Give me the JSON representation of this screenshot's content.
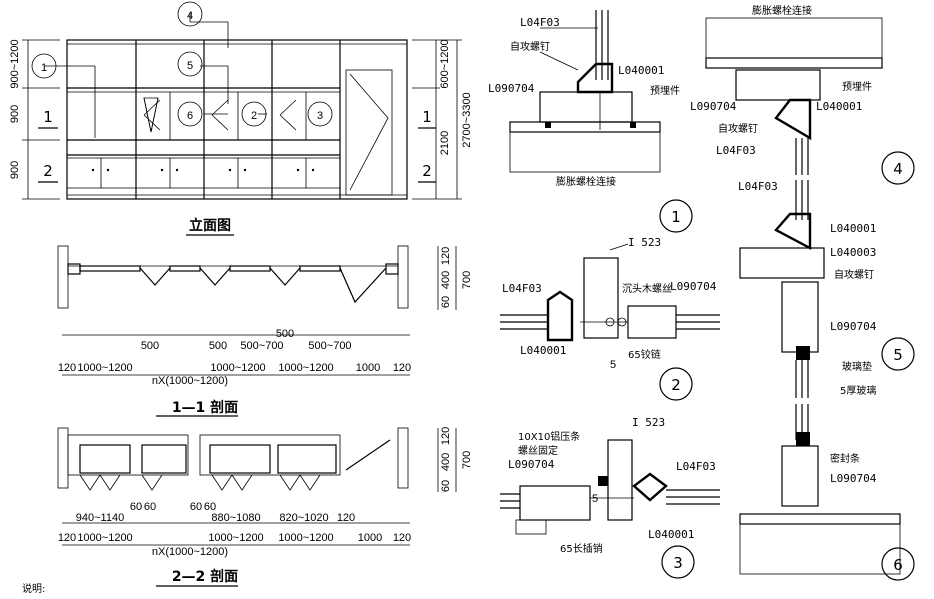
{
  "elevation": {
    "title": "立面图",
    "callouts": [
      "1",
      "4",
      "5",
      "6",
      "2",
      "3"
    ],
    "dims_left": [
      "900~1200",
      "900",
      "900"
    ],
    "dims_right": [
      "600~1200",
      "2100",
      "2700~3300"
    ],
    "section_marks": [
      "1",
      "2"
    ]
  },
  "section_1": {
    "title": "1—1 剖面",
    "dims_right": [
      "120",
      "400",
      "60",
      "700"
    ],
    "dims_top": [
      "500",
      "500",
      "500~700",
      "500",
      "500~700"
    ],
    "dims_bottom": [
      "120",
      "1000~1200",
      "1000~1200",
      "1000~1200",
      "1000",
      "120"
    ],
    "total": "nX(1000~1200)"
  },
  "section_2": {
    "title": "2—2 剖面",
    "dims_right": [
      "120",
      "400",
      "60",
      "700"
    ],
    "dims_top": [
      "940~1140",
      "60",
      "60",
      "60",
      "60",
      "880~1080",
      "820~1020",
      "120"
    ],
    "dims_bottom": [
      "120",
      "1000~1200",
      "1000~1200",
      "1000~1200",
      "1000",
      "120"
    ],
    "total": "nX(1000~1200)"
  },
  "detail_1": {
    "number": "1",
    "labels": [
      "L04F03",
      "自攻螺钉",
      "L040001",
      "L090704",
      "预埋件",
      "膨胀螺栓连接"
    ]
  },
  "detail_2": {
    "number": "2",
    "labels": [
      "I 523",
      "L04F03",
      "沉头木螺丝",
      "L090704",
      "L040001",
      "65铰链",
      "5"
    ]
  },
  "detail_3": {
    "number": "3",
    "labels": [
      "I 523",
      "10X10铝压条",
      "螺丝固定",
      "L090704",
      "L04F03",
      "5",
      "L040001",
      "65长插销"
    ]
  },
  "detail_4": {
    "number": "4",
    "labels": [
      "膨胀螺栓连接",
      "预埋件",
      "L090704",
      "L040001",
      "自攻螺钉",
      "L04F03"
    ]
  },
  "detail_5": {
    "number": "5",
    "labels": [
      "L04F03",
      "L040001",
      "L040003",
      "自攻螺钉",
      "L090704",
      "玻璃垫",
      "5厚玻璃"
    ]
  },
  "detail_6": {
    "number": "6",
    "labels": [
      "密封条",
      "L090704"
    ]
  },
  "footer": {
    "note": "说明:"
  }
}
